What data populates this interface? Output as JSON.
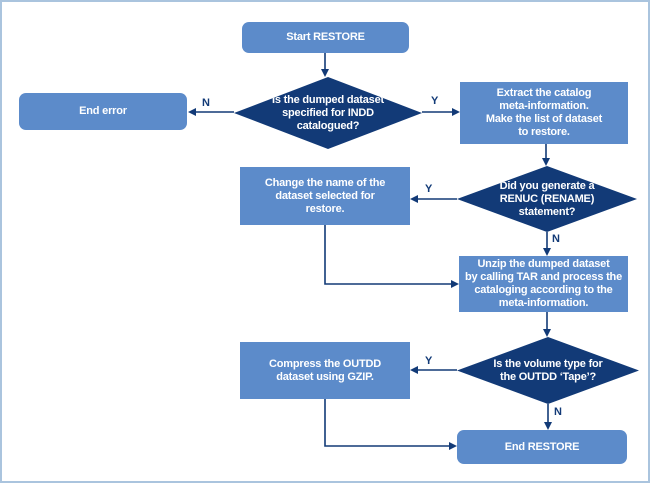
{
  "colors": {
    "process_box_fill": "#5c8bca",
    "decision_diamond_fill": "#123a77",
    "connector_line": "#123a77",
    "page_border": "#aac4de",
    "node_text": "#ffffff"
  },
  "nodes": {
    "start": {
      "type": "terminator",
      "text": "Start RESTORE"
    },
    "decision_indd_catalogued": {
      "type": "decision",
      "text": "Is the dumped dataset\nspecified for INDD\ncatalogued?"
    },
    "end_error": {
      "type": "terminator",
      "text": "End error"
    },
    "extract_catalog": {
      "type": "process",
      "text": "Extract the catalog\nmeta-information.\nMake the list of dataset\nto restore."
    },
    "decision_renuc_rename": {
      "type": "decision",
      "text": "Did you generate a\nRENUC (RENAME)\nstatement?"
    },
    "change_name": {
      "type": "process",
      "text": "Change the name of the\ndataset selected for\nrestore."
    },
    "unzip_tar": {
      "type": "process",
      "text": "Unzip the dumped dataset\nby calling TAR and process the\ncataloging according to the\nmeta-information."
    },
    "decision_outdd_tape": {
      "type": "decision",
      "text": "Is the volume type for\nthe OUTDD ‘Tape’?"
    },
    "compress_gzip": {
      "type": "process",
      "text": "Compress the OUTDD\ndataset using GZIP."
    },
    "end_restore": {
      "type": "terminator",
      "text": "End RESTORE"
    }
  },
  "edge_labels": {
    "d1_no": "N",
    "d1_yes": "Y",
    "d2_yes": "Y",
    "d2_no": "N",
    "d3_yes": "Y",
    "d3_no": "N"
  }
}
